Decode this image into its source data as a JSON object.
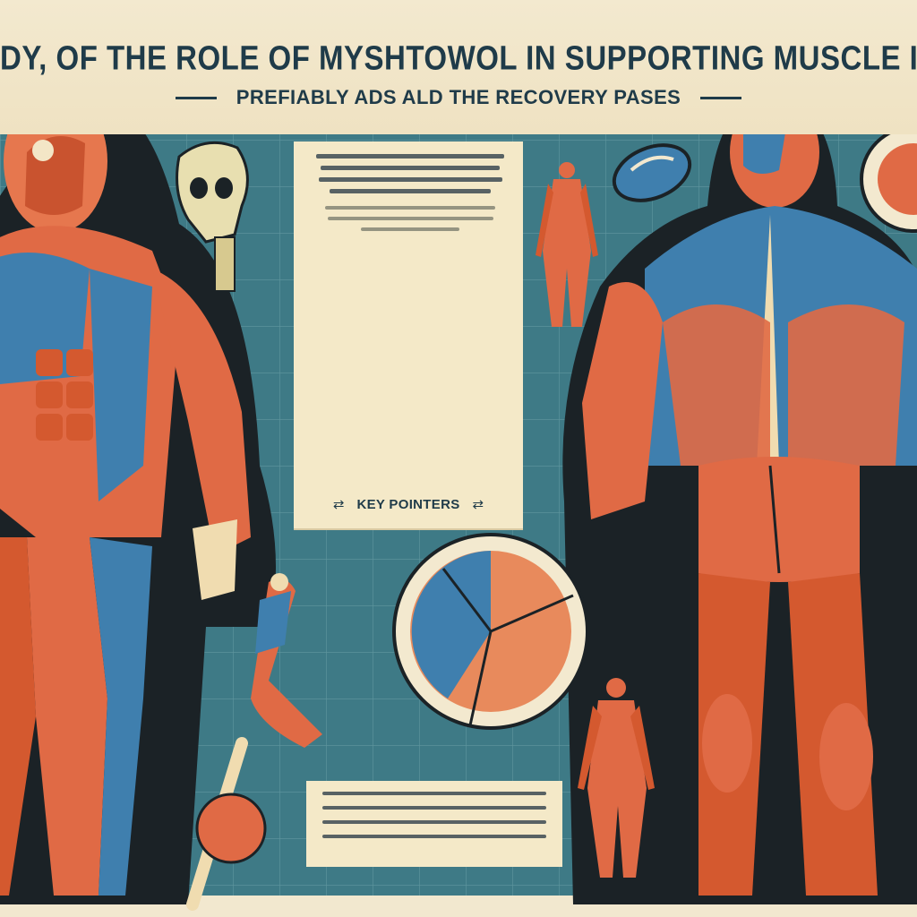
{
  "header": {
    "title": "DY, OF THE ROLE OF MYSHTOWOL IN SUPPORTING MUSCLE INJURIIES",
    "subtitle": "PREFIABLY ADS ALD THE RECOVERY PASES"
  },
  "info_panel": {
    "key_label": "KEY POINTERS"
  },
  "colors": {
    "background_teal": "#3e7a86",
    "paper": "#f3e9cf",
    "muscle_orange": "#e06a45",
    "muscle_blue": "#3f7fae",
    "ink": "#1f3b49"
  },
  "icons": {
    "left_arrow": "double-arrow-icon",
    "right_arrow": "double-arrow-icon"
  }
}
